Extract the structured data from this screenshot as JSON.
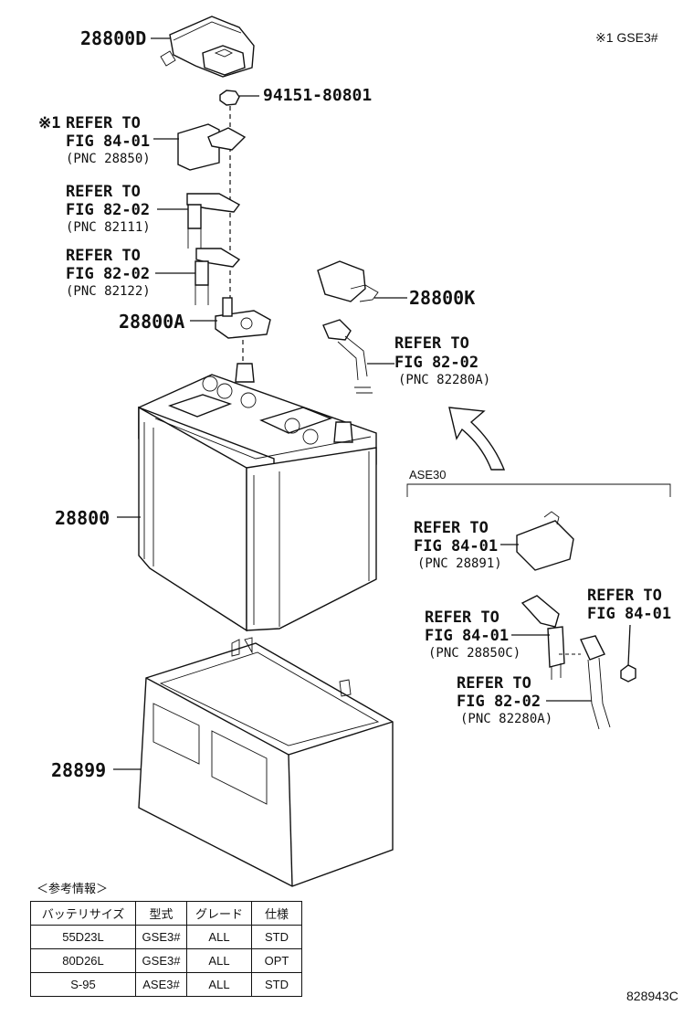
{
  "note_top_right": "※1 GSE3#",
  "figure_code": "828943C",
  "parts": {
    "p28800D": "28800D",
    "p94151": "94151-80801",
    "p28800K": "28800K",
    "p28800A": "28800A",
    "p28800": "28800",
    "p28899": "28899"
  },
  "refs": {
    "r1": {
      "mark": "※1",
      "line1": "REFER TO",
      "line2": "FIG 84-01",
      "line3": "(PNC 28850)"
    },
    "r2": {
      "line1": "REFER TO",
      "line2": "FIG 82-02",
      "line3": "(PNC 82111)"
    },
    "r3": {
      "line1": "REFER TO",
      "line2": "FIG 82-02",
      "line3": "(PNC 82122)"
    },
    "r4": {
      "line1": "REFER TO",
      "line2": "FIG 82-02",
      "line3": "(PNC 82280A)"
    },
    "r5": {
      "line1": "REFER TO",
      "line2": "FIG 84-01",
      "line3": "(PNC 28891)"
    },
    "r6": {
      "line1": "REFER TO",
      "line2": "FIG 84-01",
      "line3": "(PNC 28850C)"
    },
    "r7": {
      "line1": "REFER TO",
      "line2": "FIG 84-01"
    },
    "r8": {
      "line1": "REFER TO",
      "line2": "FIG 82-02",
      "line3": "(PNC 82280A)"
    }
  },
  "ase_label": "ASE30",
  "table": {
    "caption": "＜参考情報＞",
    "headers": [
      "バッテリサイズ",
      "型式",
      "グレード",
      "仕様"
    ],
    "rows": [
      [
        "55D23L",
        "GSE3#",
        "ALL",
        "STD"
      ],
      [
        "80D26L",
        "GSE3#",
        "ALL",
        "OPT"
      ],
      [
        "S-95",
        "ASE3#",
        "ALL",
        "STD"
      ]
    ]
  }
}
